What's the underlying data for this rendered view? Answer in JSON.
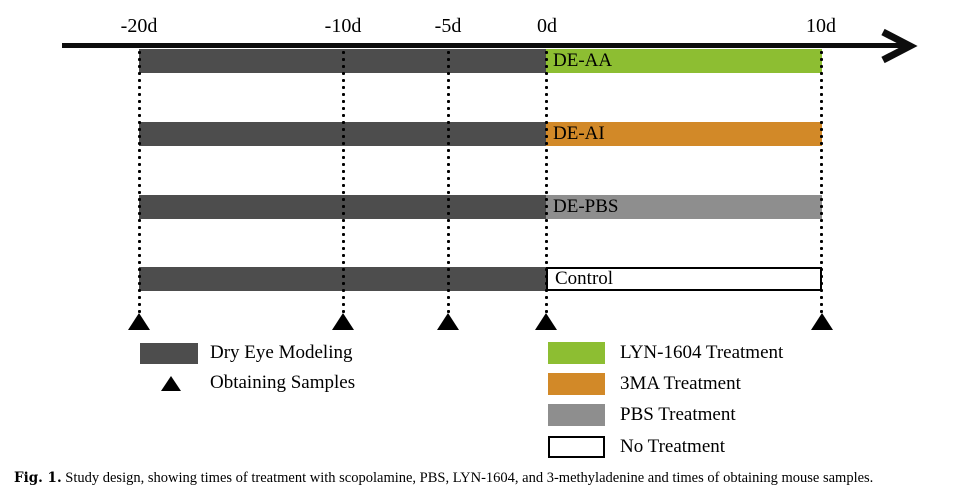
{
  "figure": {
    "tick_labels": [
      "-20d",
      "-10d",
      "-5d",
      "0d",
      "10d"
    ],
    "sample_times": [
      "-20d",
      "-10d",
      "-5d",
      "0d",
      "10d"
    ],
    "rows": [
      {
        "label": "DE-AA",
        "modeling_span": [
          "-20d",
          "0d"
        ],
        "treatment_span": [
          "0d",
          "10d"
        ],
        "treatment": "LYN-1604 Treatment"
      },
      {
        "label": "DE-AI",
        "modeling_span": [
          "-20d",
          "0d"
        ],
        "treatment_span": [
          "0d",
          "10d"
        ],
        "treatment": "3MA Treatment"
      },
      {
        "label": "DE-PBS",
        "modeling_span": [
          "-20d",
          "0d"
        ],
        "treatment_span": [
          "0d",
          "10d"
        ],
        "treatment": "PBS Treatment"
      },
      {
        "label": "Control",
        "modeling_span": [
          "-20d",
          "0d"
        ],
        "treatment_span": [
          "0d",
          "10d"
        ],
        "treatment": "No Treatment"
      }
    ],
    "colors": {
      "dry_eye_modeling": "#4d4d4d",
      "lyn1604": "#8dbe32",
      "three_ma": "#d28928",
      "pbs": "#8e8e8e",
      "no_treatment": "#ffffff",
      "axis": "#0d0d0d"
    },
    "legend_left": [
      {
        "label": "Dry Eye Modeling"
      },
      {
        "label": "Obtaining Samples"
      }
    ],
    "legend_right": [
      {
        "label": "LYN-1604 Treatment"
      },
      {
        "label": "3MA Treatment"
      },
      {
        "label": "PBS Treatment"
      },
      {
        "label": "No Treatment"
      }
    ],
    "caption": {
      "prefix": "Fig. 1.",
      "text": "Study design, showing times of treatment with scopolamine, PBS, LYN-1604, and 3-methyladenine and times of obtaining mouse samples."
    }
  }
}
